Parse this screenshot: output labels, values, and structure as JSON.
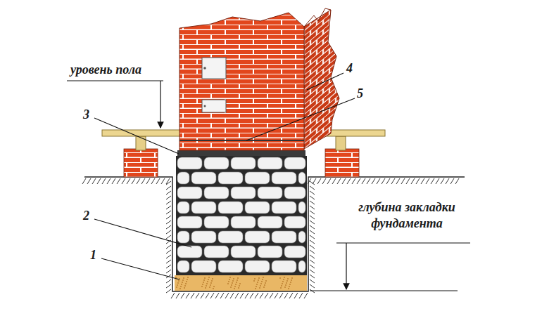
{
  "diagram": {
    "labels": [
      "уровень пола",
      "3",
      "4",
      "5",
      "2",
      "1",
      "глубина закладки фундамента"
    ]
  }
}
